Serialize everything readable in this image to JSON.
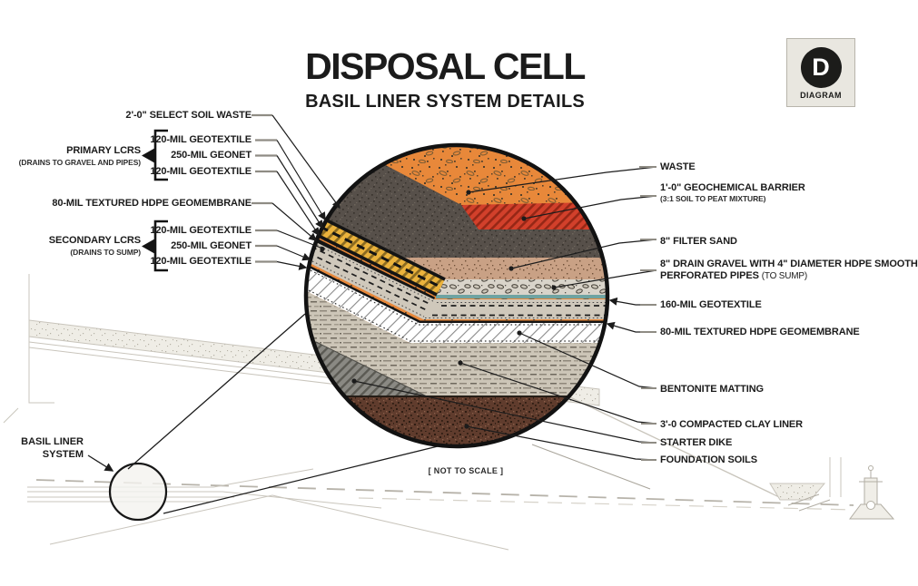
{
  "title": "DISPOSAL CELL",
  "subtitle": "BASIL LINER SYSTEM DETAILS",
  "badge": {
    "letter": "D",
    "caption": "DIAGRAM"
  },
  "scale_note": "[ NOT TO SCALE ]",
  "callout": {
    "line1": "BASIL LINER",
    "line2": "SYSTEM"
  },
  "left_labels": {
    "select_soil": "2'-0\" SELECT SOIL WASTE",
    "primary": {
      "name": "PRIMARY LCRS",
      "note": "(DRAINS TO GRAVEL AND PIPES)",
      "item1": "120-MIL GEOTEXTILE",
      "item2": "250-MIL GEONET",
      "item3": "120-MIL GEOTEXTILE"
    },
    "geomembrane": "80-MIL TEXTURED HDPE GEOMEMBRANE",
    "secondary": {
      "name": "SECONDARY LCRS",
      "note": "(DRAINS TO SUMP)",
      "item1": "120-MIL GEOTEXTILE",
      "item2": "250-MIL GEONET",
      "item3": "120-MIL GEOTEXTILE"
    }
  },
  "right_labels": {
    "waste": "WASTE",
    "geochemical_barrier": {
      "text": "1'-0\" GEOCHEMICAL BARRIER",
      "note": "(3:1 SOIL TO PEAT MIXTURE)"
    },
    "filter_sand": "8\" FILTER SAND",
    "drain_gravel": {
      "line1": "8\" DRAIN GRAVEL WITH 4\" DIAMETER HDPE SMOOTH",
      "line2": "PERFORATED PIPES",
      "line2_note": "(TO SUMP)"
    },
    "geotextile_160": "160-MIL GEOTEXTILE",
    "geomembrane_80": "80-MIL TEXTURED HDPE GEOMEMBRANE",
    "bentonite": "BENTONITE MATTING",
    "clay_liner": "3'-0 COMPACTED CLAY LINER",
    "starter_dike": "STARTER DIKE",
    "foundation": "FOUNDATION SOILS"
  },
  "colors": {
    "waste_orange": "#E8883A",
    "soil_dark": "#57504A",
    "barrier_red": "#D2402B",
    "lcrs_yellow": "#EBB33C",
    "sand_tan": "#C9A185",
    "gravel_gray": "#D9D4CA",
    "pipe_teal": "#6FA3A1",
    "geotextile_beige": "#CFC8BB",
    "clay_taupe": "#CCC5B7",
    "foundation_brown": "#603C2D",
    "dike_gray": "#8A8983",
    "ink_black": "#1B1B1B",
    "badge_beige": "#E9E7E0"
  }
}
